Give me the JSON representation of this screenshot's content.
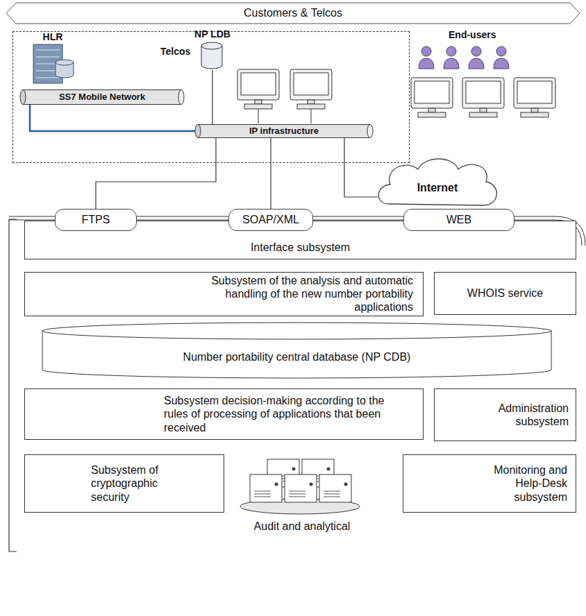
{
  "diagram": {
    "nodes": [
      {
        "text": [
          "Customers & Telcos"
        ]
      },
      {
        "text": [
          "Telcos"
        ]
      },
      {
        "text": [
          "HLR"
        ],
        "in": 1
      },
      {
        "text": [
          "SS7 Mobile Network"
        ],
        "in": 1
      },
      {
        "text": [
          "NP LDB"
        ],
        "in": 1
      },
      {
        "text": [
          "IP infrastructure"
        ],
        "in": 1
      },
      {
        "text": [
          "Internet"
        ]
      },
      {
        "text": [
          "Interface subsystem"
        ]
      },
      {
        "text": [
          "FTPS"
        ],
        "in": 7
      },
      {
        "text": [
          "SOAP/XML"
        ],
        "in": 7
      },
      {
        "text": [
          "WEB"
        ],
        "in": 7
      },
      {
        "text": [
          "Subsystem of the analysis and automatic handling of the new number portability applications"
        ]
      },
      {
        "text": [
          "WHOIS service"
        ]
      },
      {
        "text": [
          "Number portability central database (NP CDB)"
        ]
      },
      {
        "text": [
          "Subsystem decision-making according to the rules of processing of applications that been received"
        ]
      },
      {
        "text": [
          "Administration subsystem"
        ]
      },
      {
        "text": [
          "Subsystem of cryptographic security"
        ]
      },
      {
        "text": [
          "Audit and analytical"
        ]
      },
      {
        "text": [
          "Monitoring and Help-Desk subsystem"
        ]
      }
    ],
    "edges": [
      {
        "from": 3,
        "to": 5,
        "arrow": "none"
      },
      {
        "from": 4,
        "to": 5,
        "arrow": "none"
      },
      {
        "from": 5,
        "to": 8,
        "arrow": "none"
      },
      {
        "from": 5,
        "to": 9,
        "arrow": "none"
      },
      {
        "from": 5,
        "to": 6,
        "arrow": "none"
      }
    ],
    "labels": [
      "End-users"
    ]
  }
}
